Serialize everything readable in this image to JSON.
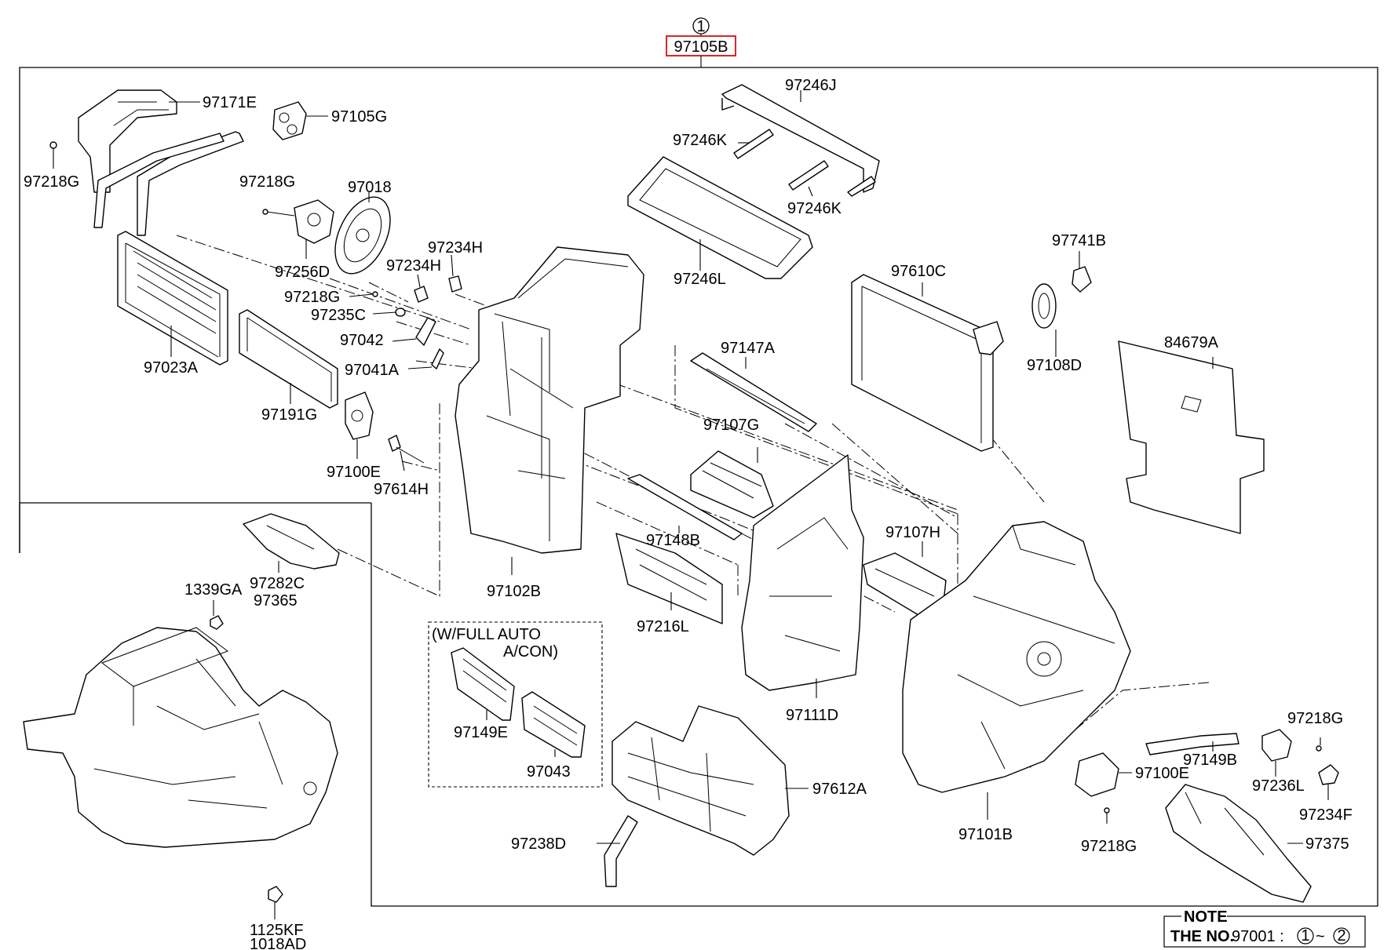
{
  "assembly": {
    "ref_circle": "1",
    "part_no": "97105B",
    "highlight_color": "#d9262c"
  },
  "labels": {
    "p97171E": "97171E",
    "p97105G": "97105G",
    "p97218G_a": "97218G",
    "p97218G_b": "97218G",
    "p97018": "97018",
    "p97256D": "97256D",
    "p97234H_a": "97234H",
    "p97234H_b": "97234H",
    "p97218G_c": "97218G",
    "p97235C": "97235C",
    "p97042": "97042",
    "p97041A": "97041A",
    "p97023A": "97023A",
    "p97191G": "97191G",
    "p97100E_a": "97100E",
    "p97614H": "97614H",
    "p97246J": "97246J",
    "p97246K_a": "97246K",
    "p97246K_b": "97246K",
    "p97246L": "97246L",
    "p97741B": "97741B",
    "p97610C": "97610C",
    "p97108D": "97108D",
    "p84679A": "84679A",
    "p97147A": "97147A",
    "p97107G": "97107G",
    "p97148B": "97148B",
    "p97102B": "97102B",
    "p97216L": "97216L",
    "p97107H": "97107H",
    "p97111D": "97111D",
    "p97282C": "97282C",
    "p97365": "97365",
    "p1339GA": "1339GA",
    "option_line1": "(W/FULL AUTO",
    "option_line2": "A/CON)",
    "p97149E": "97149E",
    "p97043": "97043",
    "p97612A": "97612A",
    "p97238D": "97238D",
    "p97101B": "97101B",
    "p97100E_b": "97100E",
    "p97218G_d": "97218G",
    "p97149B": "97149B",
    "p97218G_e": "97218G",
    "p97236L": "97236L",
    "p97234F": "97234F",
    "p97375": "97375",
    "p1125KF": "1125KF",
    "p1018AD": "1018AD"
  },
  "note": {
    "title": "NOTE",
    "text": "THE NO.",
    "value": "97001 :",
    "range_start": "1",
    "range_sep": "~",
    "range_end": "2"
  }
}
